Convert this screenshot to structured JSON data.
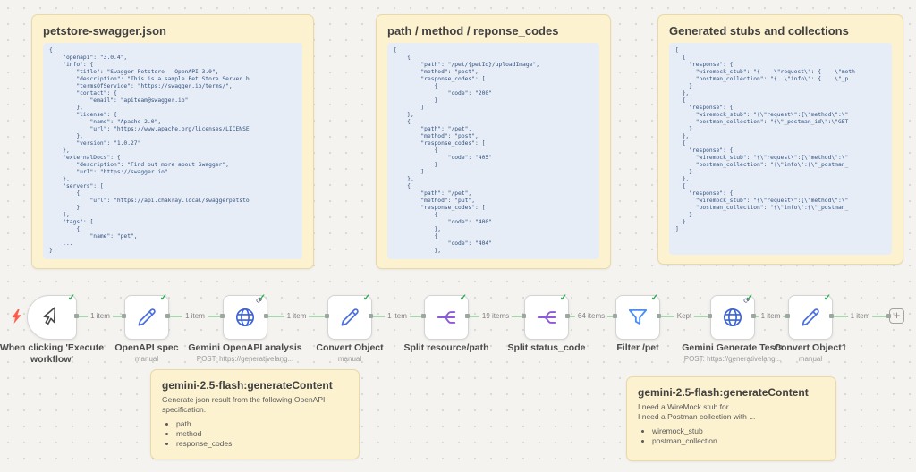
{
  "icons": {
    "check": "✓",
    "sync": "⟳"
  },
  "colors": {
    "canvas_bg": "#f4f3f0",
    "sticky_bg": "#fdf2d0",
    "code_bg": "#e7edf7",
    "code_text": "#31517e",
    "connection_green": "#a9d4b0",
    "success_green": "#2fa84f",
    "http_blue": "#3b62d6",
    "split_purple": "#8e5bd8",
    "filter_blue": "#4b8cf5",
    "pencil_blue": "#4c6fe0",
    "bolt_red": "#ff5c4c"
  },
  "stickies": {
    "petstore": {
      "title": "petstore-swagger.json",
      "code": [
        "{",
        "    \"openapi\": \"3.0.4\",",
        "    \"info\": {",
        "        \"title\": \"Swagger Petstore - OpenAPI 3.0\",",
        "        \"description\": \"This is a sample Pet Store Server b",
        "        \"termsOfService\": \"https://swagger.io/terms/\",",
        "        \"contact\": {",
        "            \"email\": \"apiteam@swagger.io\"",
        "        },",
        "        \"license\": {",
        "            \"name\": \"Apache 2.0\",",
        "            \"url\": \"https://www.apache.org/licenses/LICENSE",
        "        },",
        "        \"version\": \"1.0.27\"",
        "    },",
        "    \"externalDocs\": {",
        "        \"description\": \"Find out more about Swagger\",",
        "        \"url\": \"https://swagger.io\"",
        "    },",
        "    \"servers\": [",
        "        {",
        "            \"url\": \"https://api.chakray.local/swaggerpetsto",
        "        }",
        "    ],",
        "    \"tags\": [",
        "        {",
        "            \"name\": \"pet\",",
        "    ...",
        "}"
      ]
    },
    "paths": {
      "title": "path / method / reponse_codes",
      "code": [
        "[",
        "    {",
        "        \"path\": \"/pet/{petId}/uploadImage\",",
        "        \"method\": \"post\",",
        "        \"response_codes\": [",
        "            {",
        "                \"code\": \"200\"",
        "            }",
        "        ]",
        "    },",
        "    {",
        "        \"path\": \"/pet\",",
        "        \"method\": \"post\",",
        "        \"response_codes\": [",
        "            {",
        "                \"code\": \"405\"",
        "            }",
        "        ]",
        "    },",
        "    {",
        "        \"path\": \"/pet\",",
        "        \"method\": \"put\",",
        "        \"response_codes\": [",
        "            {",
        "                \"code\": \"400\"",
        "            },",
        "            {",
        "                \"code\": \"404\"",
        "            },"
      ]
    },
    "generated": {
      "title": "Generated stubs and collections",
      "code": [
        "[",
        "  {",
        "    \"response\": {",
        "      \"wiremock_stub\": \"{    \\\"request\\\": {    \\\"meth",
        "      \"postman_collection\": \"{  \\\"info\\\": {    \\\"_p",
        "    }",
        "  },",
        "  {",
        "    \"response\": {",
        "      \"wiremock_stub\": \"{\\\"request\\\":{\\\"method\\\":\\\"",
        "      \"postman_collection\": \"{\\\"_postman_id\\\":\\\"GET",
        "    }",
        "  },",
        "  {",
        "    \"response\": {",
        "      \"wiremock_stub\": \"{\\\"request\\\":{\\\"method\\\":\\\"",
        "      \"postman_collection\": \"{\\\"info\\\":{\\\"_postman_",
        "    }",
        "  },",
        "  {",
        "    \"response\": {",
        "      \"wiremock_stub\": \"{\\\"request\\\":{\\\"method\\\":\\\"",
        "      \"postman_collection\": \"{\\\"info\\\":{\\\"_postman_",
        "    }",
        "  }",
        "]"
      ]
    },
    "prompt_analysis": {
      "title": "gemini-2.5-flash:generateContent",
      "body": "Generate json result from the following OpenAPI specification.",
      "bullets": [
        "path",
        "method",
        "response_codes"
      ]
    },
    "prompt_tests": {
      "title": "gemini-2.5-flash:generateContent",
      "lines": [
        "I need a WireMock stub for ...",
        "I need a Postman collection with ..."
      ],
      "bullets": [
        "wiremock_stub",
        "postman_collection"
      ]
    }
  },
  "workflow": {
    "nodes": [
      {
        "title": "When clicking 'Execute workflow'",
        "subtitle": ""
      },
      {
        "title": "OpenAPI spec",
        "subtitle": "manual"
      },
      {
        "title": "Gemini OpenAPI analysis",
        "subtitle": "POST: https://generativelang..."
      },
      {
        "title": "Convert Object",
        "subtitle": "manual"
      },
      {
        "title": "Split resource/path",
        "subtitle": ""
      },
      {
        "title": "Split status_code",
        "subtitle": ""
      },
      {
        "title": "Filter /pet",
        "subtitle": ""
      },
      {
        "title": "Gemini Generate Tests",
        "subtitle": "POST: https://generativelang..."
      },
      {
        "title": "Convert Object1",
        "subtitle": "manual"
      }
    ],
    "connections": [
      "1 item",
      "1 item",
      "1 item",
      "1 item",
      "19 items",
      "64 items",
      "Kept",
      "1 item",
      "1 item"
    ],
    "add_button_label": "+"
  }
}
